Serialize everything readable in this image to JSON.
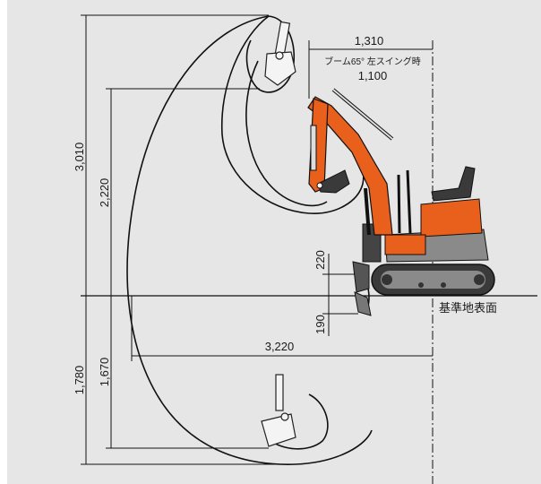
{
  "dimensions": {
    "max_digging_height": "3,010",
    "max_dumping_height": "2,220",
    "max_digging_depth": "1,780",
    "max_vertical_wall_depth": "1,670",
    "blade_lift_height": "220",
    "blade_lower_depth": "190",
    "max_digging_reach": "3,220",
    "min_swing_radius": "1,310",
    "min_swing_radius_boom_swing": "1,100"
  },
  "notes": {
    "boom_swing_note": "ブーム65° 左スイング時",
    "ground_reference": "基準地表面"
  },
  "colors": {
    "background": "#e6e6e6",
    "machine_orange": "#e8601c",
    "machine_dark": "#3a3a3a",
    "machine_grey": "#8a8a8a"
  }
}
